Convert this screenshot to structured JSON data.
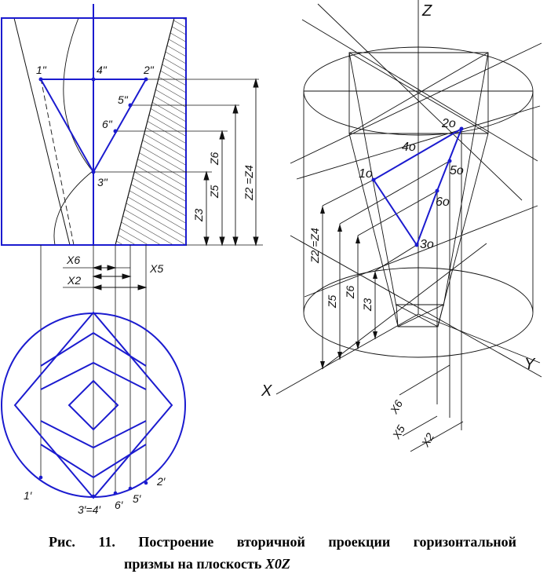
{
  "figure": {
    "front_view_labels": {
      "p1": "1\"",
      "p2": "2\"",
      "p3": "3\"",
      "p4": "4\"",
      "p5": "5\"",
      "p6": "6\""
    },
    "top_view_labels": {
      "p1": "1′",
      "p2": "2′",
      "p34": "3′=4′",
      "p5": "5′",
      "p6": "6′"
    },
    "axonometric_labels": {
      "p1": "1o",
      "p2": "2o",
      "p3": "3o",
      "p4": "4o",
      "p5": "5o",
      "p6": "6o"
    },
    "axis_labels": {
      "x": "X",
      "y": "Y",
      "z": "Z"
    },
    "dimension_labels": {
      "z3": "Z3",
      "z5": "Z5",
      "z6": "Z6",
      "z2_z4": "Z2 =Z4",
      "x2": "X2",
      "x5": "X5",
      "x6": "X6"
    },
    "colors": {
      "accent": "#1b1bcf",
      "lines": "#111111"
    }
  },
  "caption": {
    "line1_words": [
      "Рис.",
      "11.",
      "Построение",
      "вторичной",
      "проекции",
      "горизонтальной"
    ],
    "line2_prefix": "призмы на плоскость",
    "line2_plane": "X0Z"
  }
}
